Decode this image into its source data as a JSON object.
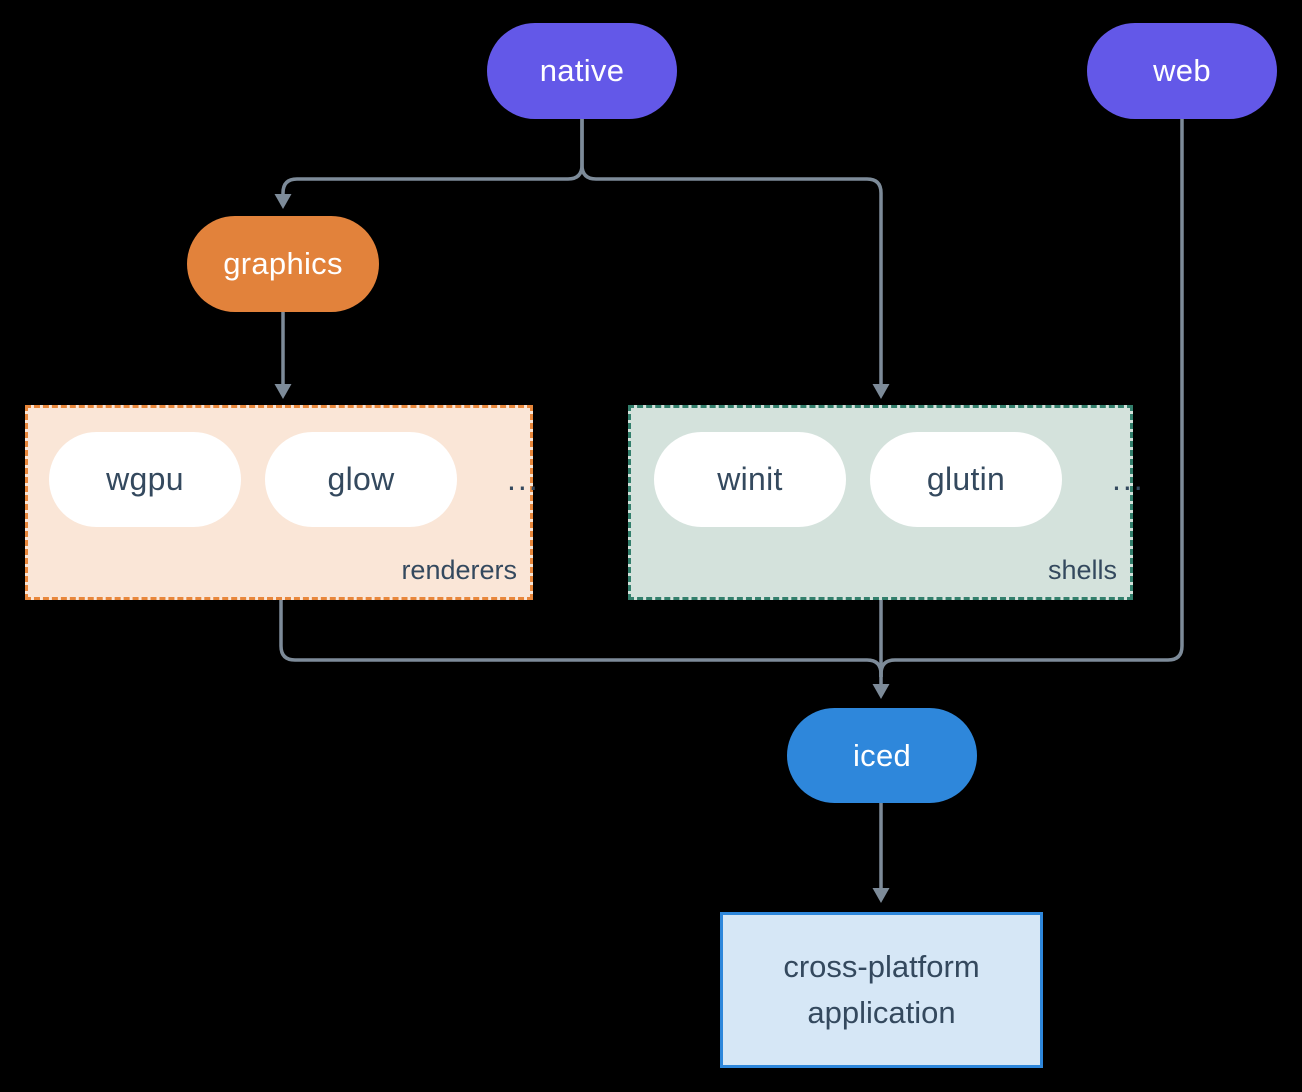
{
  "diagram": {
    "nodes": {
      "native": "native",
      "web": "web",
      "graphics": "graphics",
      "iced": "iced"
    },
    "groups": {
      "renderers": {
        "label": "renderers",
        "items": [
          "wgpu",
          "glow"
        ],
        "more": "..."
      },
      "shells": {
        "label": "shells",
        "items": [
          "winit",
          "glutin"
        ],
        "more": "..."
      }
    },
    "application": {
      "line1": "cross-platform",
      "line2": "application"
    },
    "colors": {
      "platform_purple": "#6358E8",
      "graphics_orange": "#E2823B",
      "iced_blue": "#2E87DB",
      "renderers_fill": "#FAE6D7",
      "renderers_border": "#E8873B",
      "shells_fill": "#D4E2DC",
      "shells_border": "#337F6C",
      "application_fill": "#D6E7F6",
      "application_border": "#2E87DB",
      "connector_gray": "#7D8B99",
      "text_dark": "#34495E",
      "background": "#000000"
    }
  }
}
